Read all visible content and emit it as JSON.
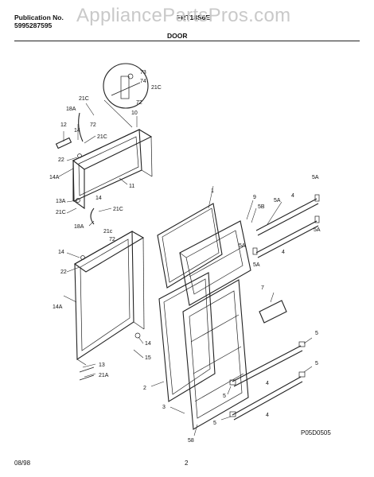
{
  "header": {
    "publication_label": "Publication No.",
    "publication_no": "5995287595",
    "model": "FRT18S6E",
    "section": "DOOR",
    "watermark": "AppliancePartsPros.com"
  },
  "footer": {
    "date": "08/98",
    "page": "2",
    "diagram_code": "P05D0505"
  },
  "labels": {
    "l73": "73",
    "l74": "74",
    "l21c_top": "21C",
    "l72_top": "72",
    "l21c_a": "21C",
    "l18a_a": "18A",
    "l72_a": "72",
    "l10": "10",
    "l12": "12",
    "l14_a": "14",
    "l21c_b": "21C",
    "l22_a": "22",
    "l14a_a": "14A",
    "l11": "11",
    "l13a": "13A",
    "l14_b": "14",
    "l21c_c": "21C",
    "l21c_d": "21C",
    "l18a_b": "18A",
    "l21c_e": "21c",
    "l72_b": "72",
    "l14_c": "14",
    "l22_b": "22",
    "l9": "9",
    "l1": "1",
    "l5b_a": "5B",
    "l5a_a": "5A",
    "l4_a": "4",
    "l5a_b": "5A",
    "l5a_c": "5A",
    "l5a_d": "5A",
    "l4_b": "4",
    "l5a_e": "5A",
    "l14a_b": "14A",
    "l7": "7",
    "l14_d": "14",
    "l15": "15",
    "l13": "13",
    "l21a": "21A",
    "l2": "2",
    "l5_a": "5",
    "l4_c": "4",
    "l5_b": "5",
    "l5_c": "5",
    "l3": "3",
    "l4_d": "4",
    "l5_d": "5",
    "l58": "58"
  }
}
